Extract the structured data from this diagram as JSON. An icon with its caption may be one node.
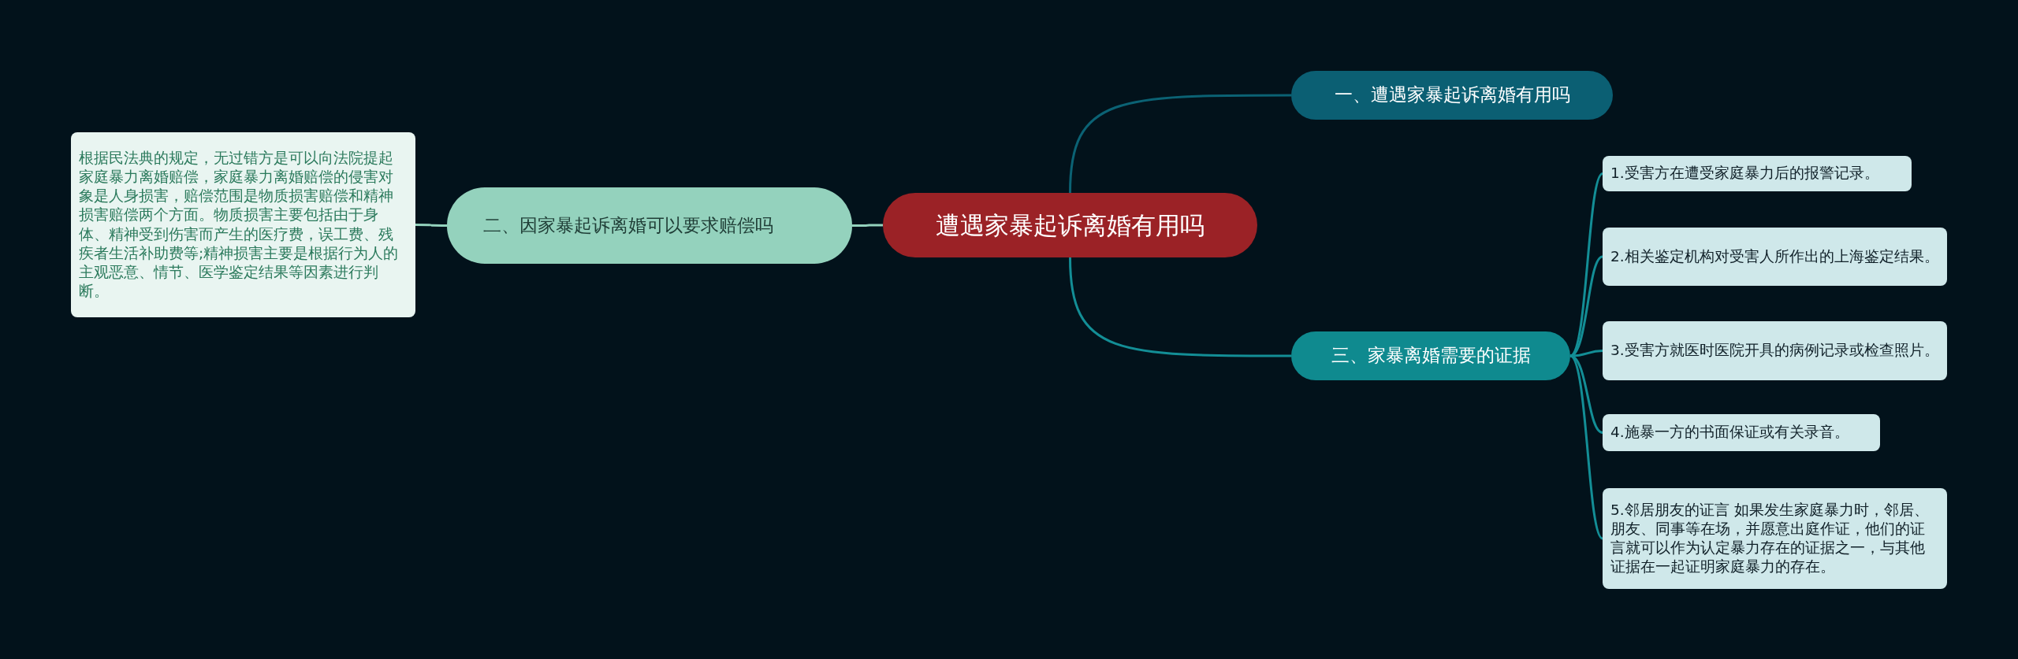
{
  "diagram": {
    "nodes": [
      {
        "text": [
          "遭遇家暴起诉离婚有用吗"
        ]
      },
      {
        "text": [
          "一、遭遇家暴起诉离婚有用吗"
        ]
      },
      {
        "text": [
          "二、因家暴起诉离婚可以要求赔偿吗"
        ]
      },
      {
        "text": [
          "根据民法典的规定，无过错方是可以向法院提起家庭暴力离婚赔偿，家庭暴力离婚赔偿的侵害对象是人身损害，赔偿范围是物质损害赔偿和精神损害赔偿两个方面。物质损害主要包括由于身体、精神受到伤害而产生的医疗费，误工费、残疾者生活补助费等;精神损害主要是根据行为人的主观恶意、情节、医学鉴定结果等因素进行判断。"
        ]
      },
      {
        "text": [
          "三、家暴离婚需要的证据"
        ]
      },
      {
        "text": [
          "1.受害方在遭受家庭暴力后的报警记录。"
        ]
      },
      {
        "text": [
          "2.相关鉴定机构对受害人所作出的上海鉴定结果。"
        ]
      },
      {
        "text": [
          "3.受害方就医时医院开具的病例记录或检查照片。"
        ]
      },
      {
        "text": [
          "4.施暴一方的书面保证或有关录音。"
        ]
      },
      {
        "text": [
          "5.邻居朋友的证言 如果发生家庭暴力时，邻居、朋友、同事等在场，并愿意出庭作证，他们的证言就可以作为认定暴力存在的证据之一，与其他证据在一起证明家庭暴力的存在。"
        ]
      }
    ],
    "edges": [
      {
        "from": 0,
        "to": 1,
        "arrow": "none",
        "color": "#0b6274"
      },
      {
        "from": 0,
        "to": 2,
        "arrow": "none",
        "color": "#94d2bd"
      },
      {
        "from": 2,
        "to": 3,
        "arrow": "none",
        "color": "#94d2bd"
      },
      {
        "from": 0,
        "to": 4,
        "arrow": "none"
      },
      {
        "from": 4,
        "to": 5,
        "arrow": "none"
      },
      {
        "from": 4,
        "to": 6,
        "arrow": "none"
      },
      {
        "from": 4,
        "to": 7,
        "arrow": "none"
      },
      {
        "from": 4,
        "to": 8,
        "arrow": "none"
      },
      {
        "from": 4,
        "to": 9,
        "arrow": "none"
      }
    ]
  }
}
